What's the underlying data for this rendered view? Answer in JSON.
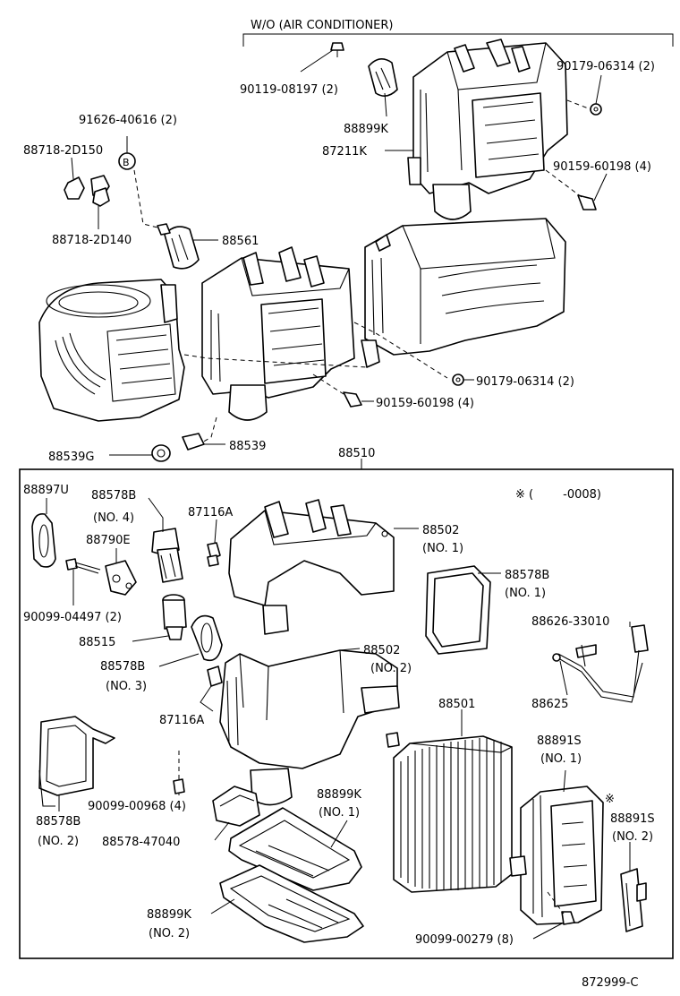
{
  "header": {
    "variant_label": "W/O (AIR CONDITIONER)"
  },
  "assembly_number": "88510",
  "footnote": "※ (        -0008)",
  "diagram_code": "872999-C",
  "labels": {
    "p_90119_08197": "90119-08197 (2)",
    "p_88899k_top": "88899K",
    "p_87211k": "87211K",
    "p_90179_06314_top": "90179-06314 (2)",
    "p_90159_60198_top": "90159-60198 (4)",
    "p_91626_40616": "91626-40616 (2)",
    "p_88718_2d150": "88718-2D150",
    "p_88718_2d140": "88718-2D140",
    "p_88561": "88561",
    "p_90179_06314_mid": "90179-06314 (2)",
    "p_90159_60198_mid": "90159-60198 (4)",
    "p_88539": "88539",
    "p_88539g": "88539G",
    "p_88897u": "88897U",
    "p_88578b_no4_a": "88578B",
    "p_88578b_no4_b": "(NO. 4)",
    "p_88790e": "88790E",
    "p_87116a_top": "87116A",
    "p_88502_no1_a": "88502",
    "p_88502_no1_b": "(NO. 1)",
    "p_88578b_no1_a": "88578B",
    "p_88578b_no1_b": "(NO. 1)",
    "p_90099_04497": "90099-04497 (2)",
    "p_88626_33010": "88626-33010",
    "p_88515": "88515",
    "p_88578b_no3_a": "88578B",
    "p_88578b_no3_b": "(NO. 3)",
    "p_88502_no2_a": "88502",
    "p_88502_no2_b": "(NO. 2)",
    "p_88625": "88625",
    "p_87116a_mid": "87116A",
    "p_88501": "88501",
    "p_88891s_no1_a": "88891S",
    "p_88891s_no1_b": "(NO. 1)",
    "p_88578b_no2_a": "88578B",
    "p_88578b_no2_b": "(NO. 2)",
    "p_90099_00968": "90099-00968 (4)",
    "p_88899k_no1_a": "88899K",
    "p_88899k_no1_b": "(NO. 1)",
    "p_88891s_no2_mark": "※",
    "p_88891s_no2_a": "88891S",
    "p_88891s_no2_b": "(NO. 2)",
    "p_88578_47040": "88578-47040",
    "p_88899k_no2_a": "88899K",
    "p_88899k_no2_b": "(NO. 2)",
    "p_90099_00279": "90099-00279 (8)",
    "callout_b": "B"
  }
}
